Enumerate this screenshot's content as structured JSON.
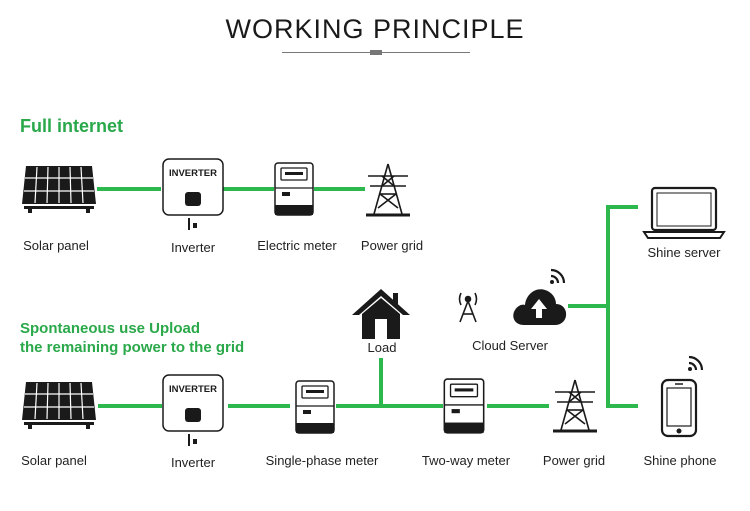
{
  "title": "WORKING PRINCIPLE",
  "sections": {
    "full_internet": "Full internet",
    "spontaneous_line1": "Spontaneous use Upload",
    "spontaneous_line2": "the remaining power to the grid"
  },
  "inverter_text": "INVERTER",
  "row1": {
    "solar_panel": "Solar panel",
    "inverter": "Inverter",
    "electric_meter": "Electric meter",
    "power_grid": "Power grid"
  },
  "row2": {
    "solar_panel": "Solar panel",
    "inverter": "Inverter",
    "single_phase_meter": "Single-phase meter",
    "two_way_meter": "Two-way meter",
    "power_grid": "Power grid"
  },
  "load": "Load",
  "cloud_server": "Cloud Server",
  "shine_server": "Shine server",
  "shine_phone": "Shine phone",
  "colors": {
    "line": "#2db84d",
    "section_text": "#2aa84a",
    "icon": "#1a1a1a"
  },
  "icons": [
    "solar-panel-icon",
    "inverter-icon",
    "meter-icon",
    "pylon-icon",
    "house-icon",
    "antenna-icon",
    "cloud-upload-icon",
    "wifi-icon",
    "laptop-icon",
    "phone-icon"
  ]
}
